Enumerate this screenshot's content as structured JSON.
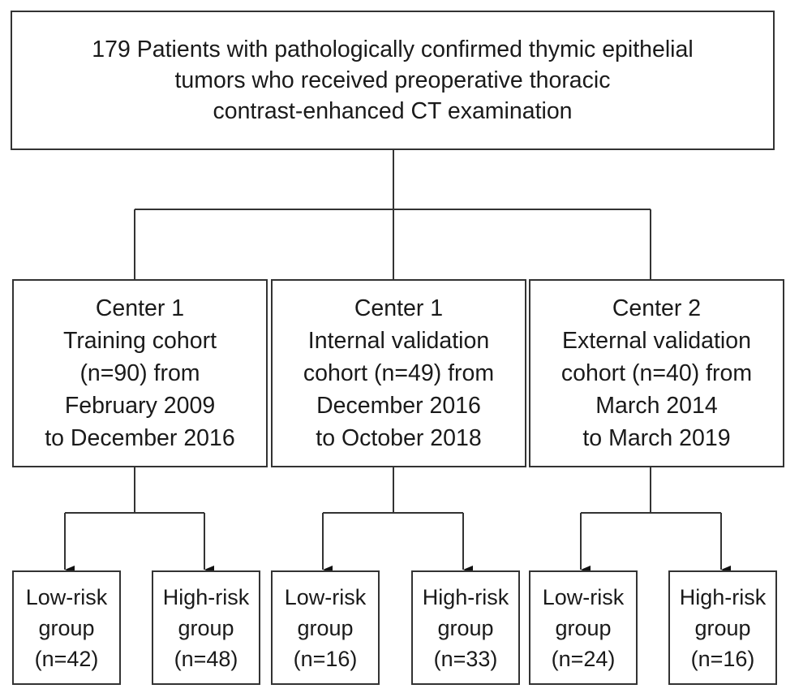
{
  "top": {
    "lines": [
      "179 Patients with pathologically confirmed thymic epithelial",
      "tumors who received preoperative thoracic",
      "contrast-enhanced CT examination"
    ]
  },
  "cohorts": [
    {
      "lines": [
        "Center 1",
        "Training cohort",
        "(n=90) from",
        "February 2009",
        "to December 2016"
      ],
      "groups": [
        {
          "lines": [
            "Low-risk",
            "group",
            "(n=42)"
          ]
        },
        {
          "lines": [
            "High-risk",
            "group",
            "(n=48)"
          ]
        }
      ]
    },
    {
      "lines": [
        "Center 1",
        "Internal validation",
        "cohort (n=49) from",
        "December 2016",
        "to October 2018"
      ],
      "groups": [
        {
          "lines": [
            "Low-risk",
            "group",
            "(n=16)"
          ]
        },
        {
          "lines": [
            "High-risk",
            "group",
            "(n=33)"
          ]
        }
      ]
    },
    {
      "lines": [
        "Center 2",
        "External validation",
        "cohort (n=40) from",
        "March 2014",
        "to March 2019"
      ],
      "groups": [
        {
          "lines": [
            "Low-risk",
            "group",
            "(n=24)"
          ]
        },
        {
          "lines": [
            "High-risk",
            "group",
            "(n=16)"
          ]
        }
      ]
    }
  ]
}
